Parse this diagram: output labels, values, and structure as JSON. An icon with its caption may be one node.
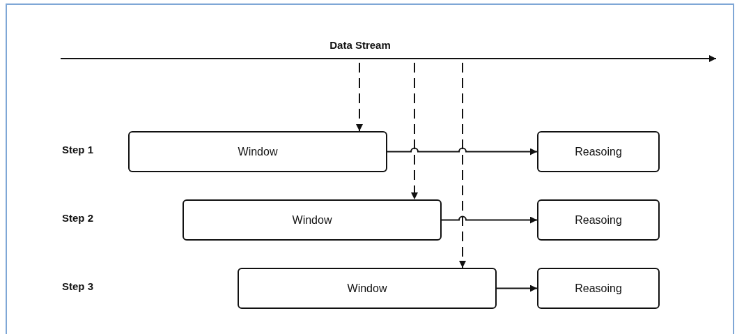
{
  "diagram": {
    "nodes": [
      {
        "text": [
          "Data Stream"
        ]
      },
      {
        "text": [
          "Window"
        ]
      },
      {
        "text": [
          "Reasoing"
        ]
      },
      {
        "text": [
          "Window"
        ]
      },
      {
        "text": [
          "Reasoing"
        ]
      },
      {
        "text": [
          "Window"
        ]
      },
      {
        "text": [
          "Reasoing"
        ]
      }
    ],
    "edges": [
      {
        "from": 0,
        "to": null,
        "arrow": "to"
      },
      {
        "from": 0,
        "to": 1,
        "arrow": "to",
        "style": "dashed"
      },
      {
        "from": 0,
        "to": 3,
        "arrow": "to",
        "style": "dashed"
      },
      {
        "from": 0,
        "to": 5,
        "arrow": "to",
        "style": "dashed"
      },
      {
        "from": 1,
        "to": 2,
        "arrow": "to"
      },
      {
        "from": 3,
        "to": 4,
        "arrow": "to"
      },
      {
        "from": 5,
        "to": 6,
        "arrow": "to"
      }
    ],
    "labels": [
      "Step 1",
      "Step 2",
      "Step 3"
    ]
  }
}
